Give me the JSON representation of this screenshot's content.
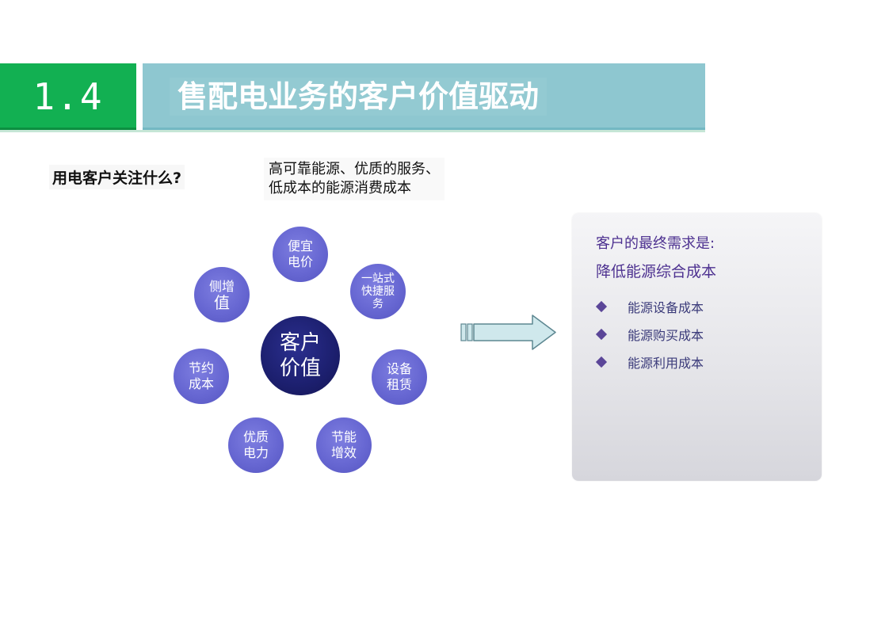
{
  "header": {
    "section_number": "1.4",
    "title": "售配电业务的客户价值驱动"
  },
  "question": "用电客户关注什么?",
  "answer_lines": [
    "高可靠能源、优质的服务、",
    "低成本的能源消费成本"
  ],
  "center": {
    "lines": [
      "客户",
      "价值"
    ]
  },
  "nodes": [
    {
      "lines": [
        "便宜",
        "电价"
      ]
    },
    {
      "lines": [
        "一站式",
        "快捷服",
        "务"
      ]
    },
    {
      "lines": [
        "设备",
        "租赁"
      ]
    },
    {
      "lines": [
        "节能",
        "增效"
      ]
    },
    {
      "lines": [
        "优质",
        "电力"
      ]
    },
    {
      "lines": [
        "节约",
        "成本"
      ]
    },
    {
      "lines": [
        "侧增",
        "值"
      ]
    }
  ],
  "panel": {
    "title": "客户的最终需求是:",
    "subtitle": "降低能源综合成本",
    "items": [
      "能源设备成本",
      "能源购买成本",
      "能源利用成本"
    ]
  },
  "colors": {
    "header_green": "#12b052",
    "header_teal": "#8ec7d0",
    "center_navy": "#1c1f6e",
    "node_purple": "#6767d2",
    "panel_text": "#4d3190",
    "arrow_fill": "#cfe8ec"
  }
}
